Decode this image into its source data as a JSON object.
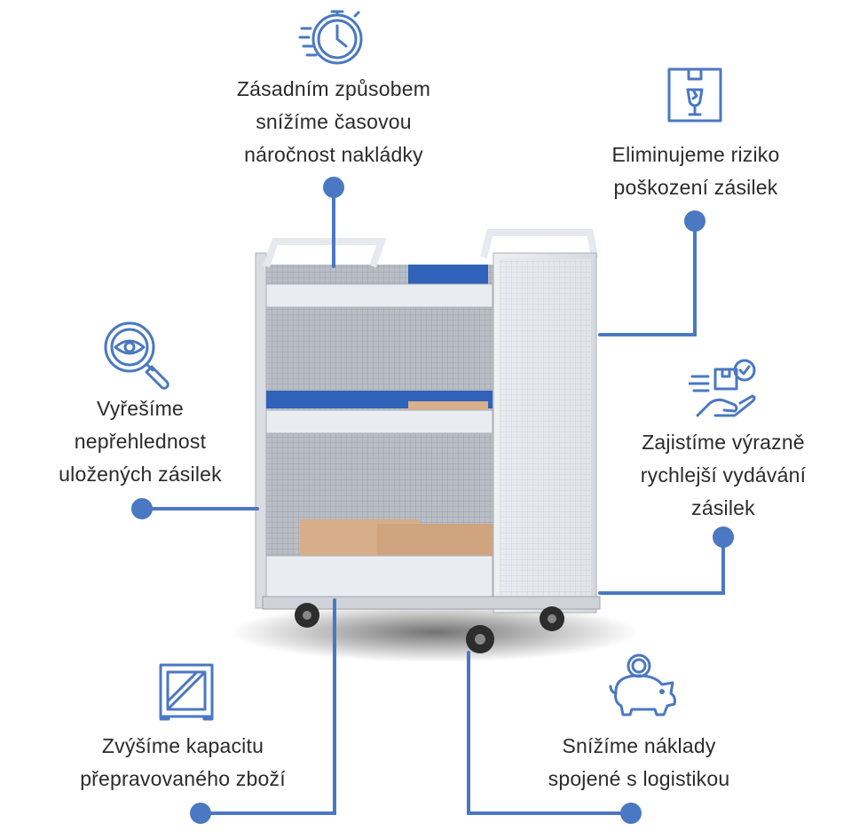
{
  "accent_color": "#4a78c2",
  "features": [
    {
      "id": "time",
      "icon": "stopwatch-icon",
      "lines": [
        "Zásadním způsobem",
        "snížíme časovou",
        "náročnost nakládky"
      ]
    },
    {
      "id": "damage",
      "icon": "fragile-box-icon",
      "lines": [
        "Eliminujeme riziko",
        "poškození zásilek"
      ]
    },
    {
      "id": "clarity",
      "icon": "magnifier-eye-icon",
      "lines": [
        "Vyřešíme",
        "nepřehlednost",
        "uložených zásilek"
      ]
    },
    {
      "id": "speed",
      "icon": "delivery-hand-icon",
      "lines": [
        "Zajistíme výrazně",
        "rychlejší vydávání",
        "zásilek"
      ]
    },
    {
      "id": "capacity",
      "icon": "crate-icon",
      "lines": [
        "Zvýšíme kapacitu",
        "přepravovaného zboží"
      ]
    },
    {
      "id": "cost",
      "icon": "piggy-bank-icon",
      "lines": [
        "Snížíme náklady",
        "spojené s logistikou"
      ]
    }
  ]
}
